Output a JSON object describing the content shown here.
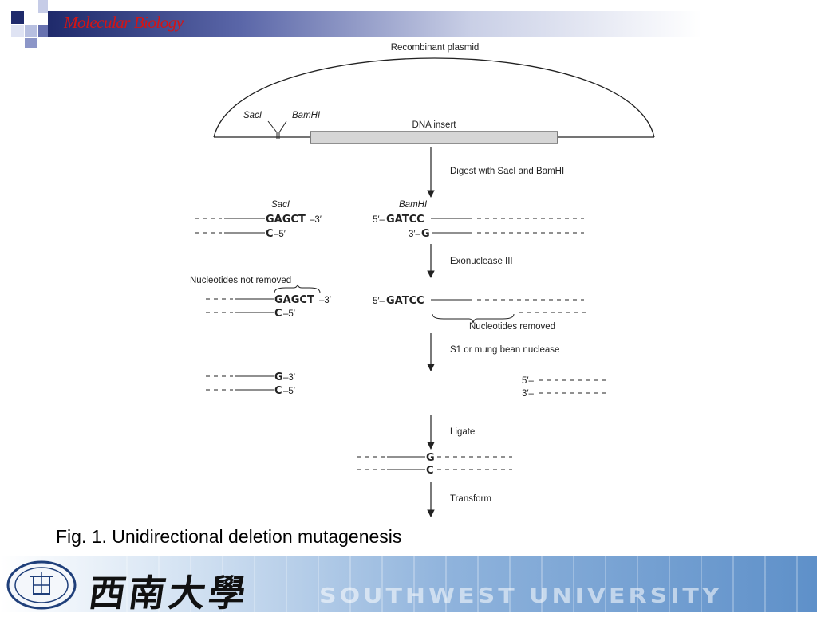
{
  "header": {
    "title": "Molecular Biology"
  },
  "caption": "Fig. 1. Unidirectional deletion mutagenesis",
  "footer": {
    "chinese_name": "西南大學",
    "english_name": "SOUTHWEST UNIVERSITY"
  },
  "diagram": {
    "plasmid_label": "Recombinant plasmid",
    "saci_label_top": "SacI",
    "bamhi_label_top": "BamHI",
    "insert_label": "DNA insert",
    "step1": "Digest with SacI and BamHI",
    "saci_label": "SacI",
    "bamhi_label": "BamHI",
    "saci_top_seq": "GAGCT",
    "saci_top_end": "–3′",
    "saci_bot_seq": "C",
    "saci_bot_end": "–5′",
    "bamhi_top_start": "5′–",
    "bamhi_top_seq": "GATCC",
    "bamhi_bot_start": "3′–",
    "bamhi_bot_seq": "G",
    "step2": "Exonuclease III",
    "not_removed_label": "Nucleotides not removed",
    "nr_top_seq": "GAGCT",
    "nr_top_end": "–3′",
    "nr_bot_seq": "C",
    "nr_bot_end": "–5′",
    "exo_top_start": "5′–",
    "exo_top_seq": "GATCC",
    "removed_label": "Nucleotides removed",
    "step3": "S1 or mung bean nuclease",
    "s1_top_seq": "G",
    "s1_top_end": "–3′",
    "s1_bot_seq": "C",
    "s1_bot_end": "–5′",
    "right_top_start": "5′–",
    "right_bot_start": "3′–",
    "step4": "Ligate",
    "lig_top_seq": "G",
    "lig_bot_seq": "C",
    "step5": "Transform"
  }
}
